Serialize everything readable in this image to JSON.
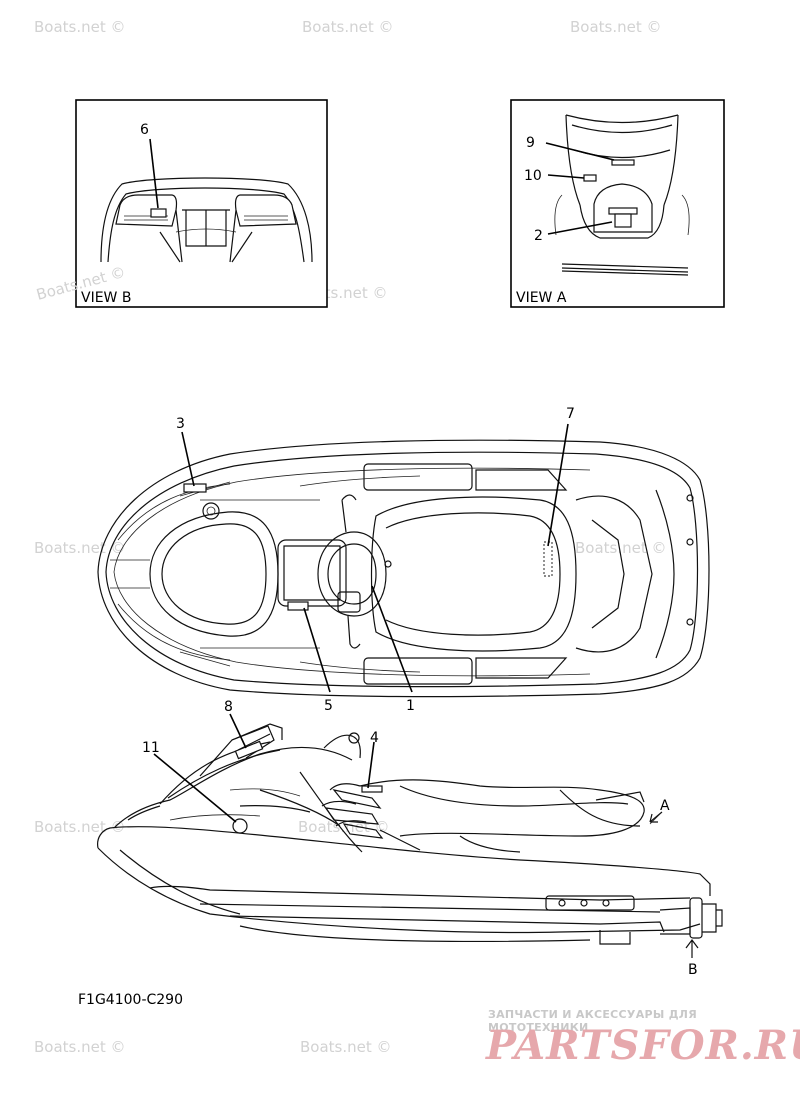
{
  "watermark": "Boats.net ©",
  "view_b": {
    "label": "VIEW B",
    "callouts": [
      "6"
    ]
  },
  "view_a": {
    "label": "VIEW A",
    "callouts": [
      "9",
      "10",
      "2"
    ]
  },
  "top_view": {
    "callouts": [
      "3",
      "7",
      "5",
      "1"
    ]
  },
  "side_view": {
    "callouts": [
      "8",
      "4",
      "11"
    ],
    "arrow_a": "A",
    "arrow_b": "B"
  },
  "drawing_code": "F1G4100-C290",
  "brand": {
    "subtitle": "ЗАПЧАСТИ И АКСЕССУАРЫ ДЛЯ МОТОТЕХНИКИ",
    "logo": "PARTSFOR.RU"
  },
  "colors": {
    "line": "#111111",
    "watermark": "#d2d2d2",
    "logo": "#e6a8ac"
  }
}
